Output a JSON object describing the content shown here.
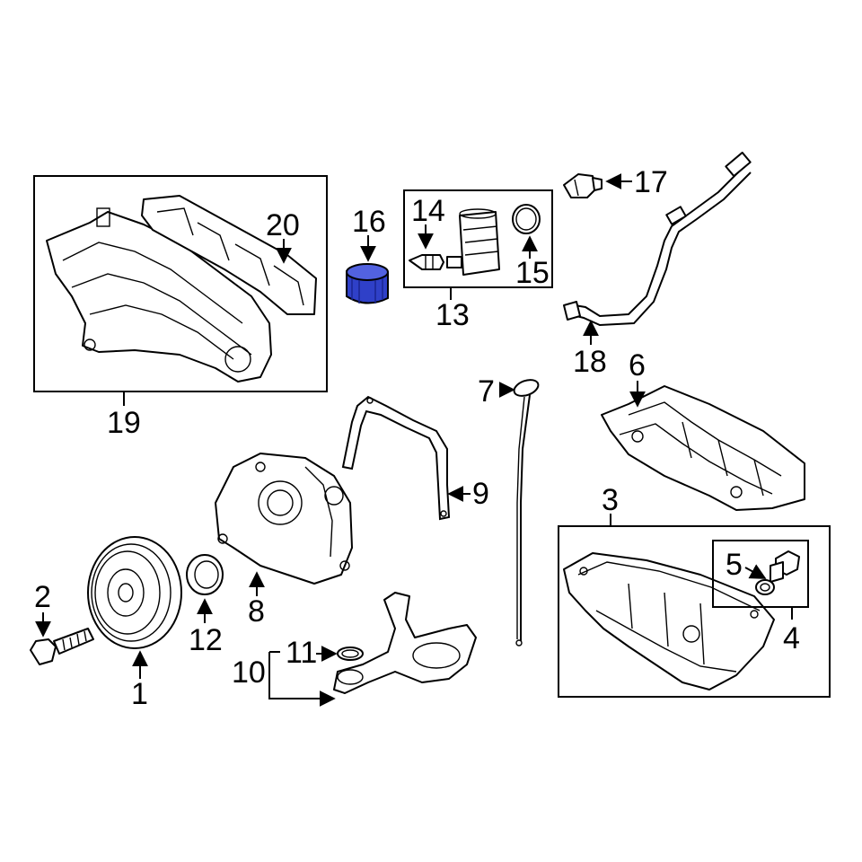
{
  "diagram": {
    "highlight_color": "#2f40c8",
    "labels": {
      "p1": "1",
      "p2": "2",
      "p3": "3",
      "p4": "4",
      "p5": "5",
      "p6": "6",
      "p7": "7",
      "p8": "8",
      "p9": "9",
      "p10": "10",
      "p11": "11",
      "p12": "12",
      "p13": "13",
      "p14": "14",
      "p15": "15",
      "p16": "16",
      "p17": "17",
      "p18": "18",
      "p19": "19",
      "p20": "20"
    }
  }
}
